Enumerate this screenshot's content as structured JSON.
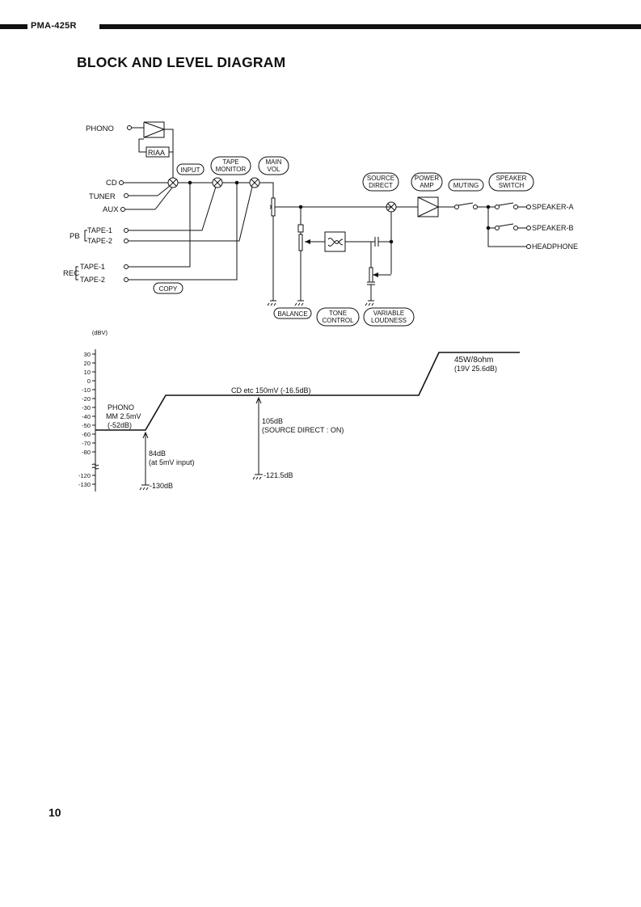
{
  "header": {
    "model": "PMA-425R"
  },
  "page": {
    "title": "BLOCK AND LEVEL DIAGRAM",
    "number": "10"
  },
  "block": {
    "inputs": {
      "phono": "PHONO",
      "cd": "CD",
      "tuner": "TUNER",
      "aux": "AUX"
    },
    "riaa": "RIAA",
    "pb": "PB",
    "rec": "REC",
    "tape1": "TAPE-1",
    "tape2": "TAPE-2",
    "copy": "COPY",
    "input": "INPUT",
    "tape_monitor": [
      "TAPE",
      "MONITOR"
    ],
    "main_vol": [
      "MAIN",
      "VOL"
    ],
    "source_direct": [
      "SOURCE",
      "DIRECT"
    ],
    "power_amp": [
      "POWER",
      "AMP"
    ],
    "muting": "MUTING",
    "speaker_switch": [
      "SPEAKER",
      "SWITCH"
    ],
    "outputs": {
      "speaker_a": "SPEAKER-A",
      "speaker_b": "SPEAKER-B",
      "headphone": "HEADPHONE"
    },
    "balance": "BALANCE",
    "tone_control": [
      "TONE",
      "CONTROL"
    ],
    "variable_loudness": [
      "VARIABLE",
      "LOUDNESS"
    ]
  },
  "level": {
    "unit": "(dBV)",
    "ticks": [
      "30",
      "20",
      "10",
      "0",
      "-10",
      "-20",
      "-30",
      "-40",
      "-50",
      "-60",
      "-70",
      "-80",
      "-120",
      "-130"
    ],
    "phono": [
      "PHONO",
      "MM 2.5mV",
      "(-52dB)"
    ],
    "cd_etc": "CD etc 150mV (-16.5dB)",
    "power": [
      "45W/8ohm",
      "(19V 25.6dB)"
    ],
    "phono_gain": [
      "84dB",
      "(at 5mV input)"
    ],
    "phono_noise": "-130dB",
    "direct_gain": [
      "105dB",
      "(SOURCE DIRECT : ON)"
    ],
    "direct_noise": "-121.5dB"
  }
}
